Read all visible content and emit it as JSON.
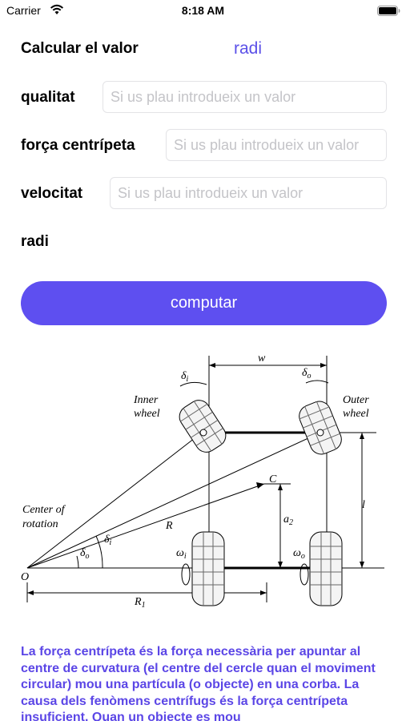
{
  "status_bar": {
    "carrier": "Carrier",
    "time": "8:18 AM"
  },
  "form": {
    "calculate_label": "Calcular el valor",
    "calculate_value": "radi",
    "fields": [
      {
        "label": "qualitat",
        "placeholder": "Si us plau introdueix un valor",
        "value": ""
      },
      {
        "label": "força centrípeta",
        "placeholder": "Si us plau introdueix un valor",
        "value": ""
      },
      {
        "label": "velocitat",
        "placeholder": "Si us plau introdueix un valor",
        "value": ""
      }
    ],
    "result_label": "radi",
    "compute_label": "computar"
  },
  "diagram": {
    "w": "w",
    "delta_i": "δ",
    "delta_i_sub": "i",
    "delta_o": "δ",
    "delta_o_sub": "o",
    "inner_wheel_line1": "Inner",
    "inner_wheel_line2": "wheel",
    "outer_wheel_line1": "Outer",
    "outer_wheel_line2": "wheel",
    "c": "C",
    "l": "l",
    "a2": "a",
    "a2_sub": "2",
    "center_line1": "Center of",
    "center_line2": "rotation",
    "r": "R",
    "omega_i": "ω",
    "omega_i_sub": "i",
    "omega_o": "ω",
    "omega_o_sub": "o",
    "o": "O",
    "r1": "R",
    "r1_sub": "1"
  },
  "description": "La força centrípeta és la força necessària per apuntar al centre de curvatura (el centre del cercle quan el moviment circular) mou una partícula (o objecte) en una corba. La causa dels fenòmens centrífugs és la força centrípeta insuficient. Quan un objecte es mou"
}
